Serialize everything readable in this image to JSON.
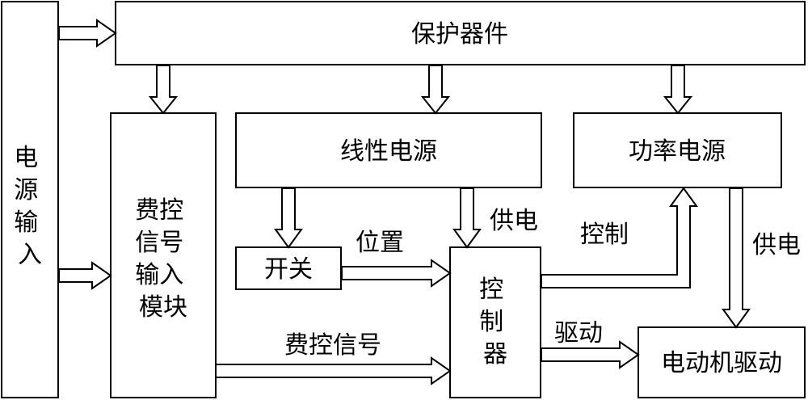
{
  "boxes": {
    "power_input": "电源输入",
    "protection": "保护器件",
    "fee_input_module": "费控信号输入模块",
    "linear_power": "线性电源",
    "power_supply": "功率电源",
    "switch": "开关",
    "controller": "控制器",
    "motor_drive": "电动机驱动"
  },
  "labels": {
    "position": "位置",
    "supply_1": "供电",
    "control": "控制",
    "supply_2": "供电",
    "fee_signal": "费控信号",
    "drive": "驱动"
  }
}
